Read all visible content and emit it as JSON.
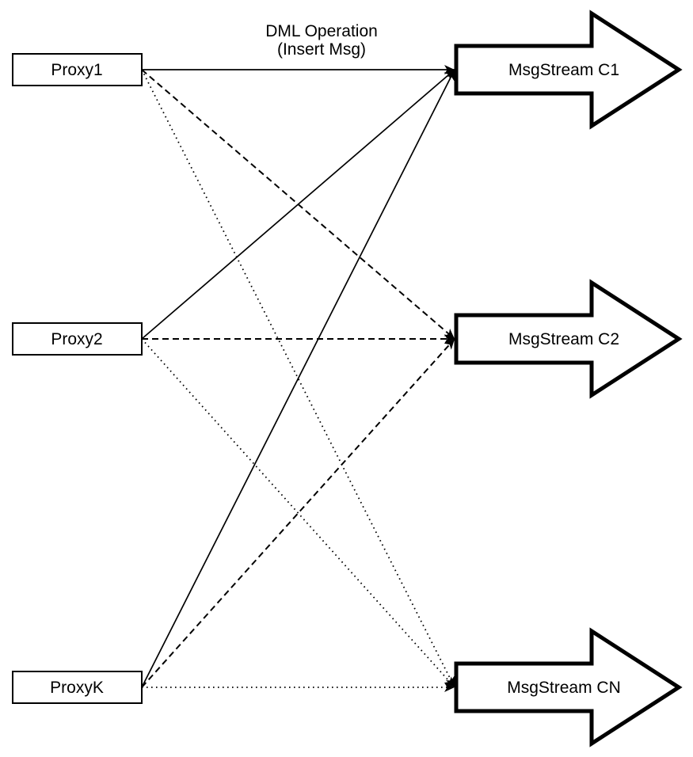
{
  "diagram": {
    "edge_label": {
      "line1": "DML Operation",
      "line2": "(Insert Msg)"
    },
    "proxies": [
      {
        "id": "proxy1",
        "label": "Proxy1"
      },
      {
        "id": "proxy2",
        "label": "Proxy2"
      },
      {
        "id": "proxyk",
        "label": "ProxyK"
      }
    ],
    "streams": [
      {
        "id": "c1",
        "label": "MsgStream C1"
      },
      {
        "id": "c2",
        "label": "MsgStream C2"
      },
      {
        "id": "cn",
        "label": "MsgStream CN"
      }
    ],
    "edges": [
      {
        "from": "proxy1",
        "to": "c1",
        "style": "solid"
      },
      {
        "from": "proxy2",
        "to": "c1",
        "style": "solid"
      },
      {
        "from": "proxyk",
        "to": "c1",
        "style": "solid"
      },
      {
        "from": "proxy1",
        "to": "c2",
        "style": "dashed"
      },
      {
        "from": "proxy2",
        "to": "c2",
        "style": "dashed"
      },
      {
        "from": "proxyk",
        "to": "c2",
        "style": "dashed"
      },
      {
        "from": "proxy1",
        "to": "cn",
        "style": "dotted"
      },
      {
        "from": "proxy2",
        "to": "cn",
        "style": "dotted"
      },
      {
        "from": "proxyk",
        "to": "cn",
        "style": "dotted"
      }
    ],
    "colors": {
      "stroke": "#000000",
      "fill": "#ffffff",
      "background": "#ffffff"
    }
  }
}
